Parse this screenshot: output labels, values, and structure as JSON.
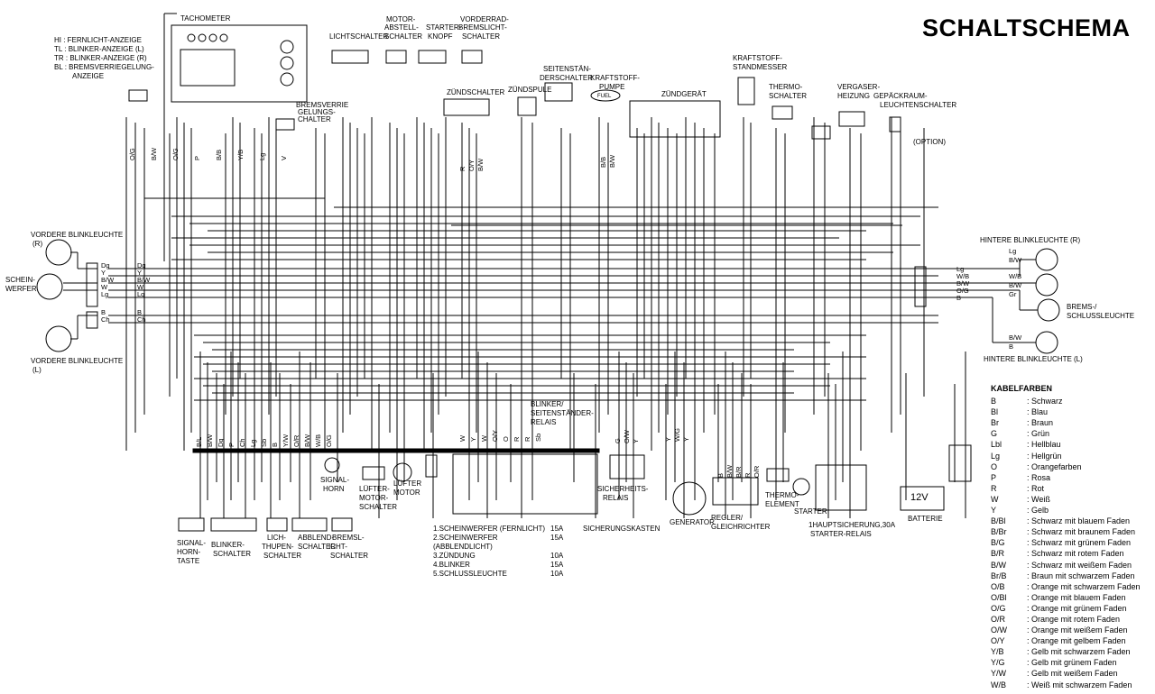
{
  "title": "SCHALTSCHEMA",
  "indicators": [
    "HI  : FERNLICHT-ANZEIGE",
    "TL  : BLINKER-ANZEIGE (L)",
    "TR  : BLINKER-ANZEIGE (R)",
    "BL  : BREMSVERRIEGELUNG-",
    "         ANZEIGE"
  ],
  "components": {
    "tachometer": "TACHOMETER",
    "lichtschalter": "LICHTSCHALTER",
    "motor_abstell_1": "MOTOR-",
    "motor_abstell_2": "ABSTELL-",
    "motor_abstell_3": "SCHALTER",
    "starter_1": "STARTER-",
    "starter_2": "KNOPF",
    "vbrems_1": "VORDERRAD-",
    "vbrems_2": "BREMSLICHT-",
    "vbrems_3": "SCHALTER",
    "bremsverr_1": "BREMSVERRIE",
    "bremsverr_2": "GELUNGS-",
    "bremsverr_3": "CHALTER",
    "zuendschalter": "ZÜNDSCHALTER",
    "zuendspule": "ZÜNDSPULE",
    "seitenst_1": "SEITENSTÄN-",
    "seitenst_2": "DERSCHALTER",
    "kraftstoffpumpe_1": "KRAFTSTOFF-",
    "kraftstoffpumpe_2": "PUMPE",
    "fuel": "FUEL",
    "zuendgeraet": "ZÜNDGERÄT",
    "kraftstandmesser_1": "KRAFTSTOFF-",
    "kraftstandmesser_2": "STANDMESSER",
    "thermoschalter_1": "THERMO-",
    "thermoschalter_2": "SCHALTER",
    "vergaser_1": "VERGASER-",
    "vergaser_2": "HEIZUNG",
    "gepaeck_1": "GEPÄCKRAUM-",
    "gepaeck_2": "LEUCHTENSCHALTER",
    "option": "(OPTION)",
    "vblink_r_1": "VORDERE BLINKLEUCHTE",
    "vblink_r_2": "(R)",
    "schein_1": "SCHEIN-",
    "schein_2": "WERFER",
    "vblink_l_1": "VORDERE BLINKLEUCHTE",
    "vblink_l_2": "(L)",
    "hblink_r": "HINTERE BLINKLEUCHTE (R)",
    "hblink_l": "HINTERE BLINKLEUCHTE (L)",
    "brems_1": "BREMS-/",
    "brems_2": "SCHLUSSLEUCHTE",
    "blinkerrelais_1": "BLINKER/",
    "blinkerrelais_2": "SEITENSTÄNDER-",
    "blinkerrelais_3": "RELAIS",
    "sicherheit_1": "SICHERHEITS-",
    "sicherheit_2": "RELAIS",
    "generator": "GENERATOR",
    "regler_1": "REGLER/",
    "regler_2": "GLEICHRICHTER",
    "thermoelement_1": "THERMO-",
    "thermoelement_2": "ELEMENT",
    "starter": "STARTER",
    "starterrelais_1": "1HAUPTSICHERUNG,30A",
    "starterrelais_2": "STARTER-RELAIS",
    "batterie": "BATTERIE",
    "battery_voltage": "12V",
    "signalhorn_1": "SIGNAL-",
    "signalhorn_2": "HORN",
    "luefter_1": "LÜFTER-",
    "luefter_2": "MOTOR-",
    "luefter_3": "SCHALTER",
    "luftermotor_1": "LÜFTER",
    "luftermotor_2": "MOTOR",
    "hornbtn_1": "SIGNAL-",
    "hornbtn_2": "HORN-",
    "hornbtn_3": "TASTE",
    "blinkersch_1": "BLINKER-",
    "blinkersch_2": "SCHALTER",
    "lichthupe_1": "LICH-",
    "lichthupe_2": "THUPEN-",
    "lichthupe_3": "SCHALTER",
    "abblend_1": "ABBLEND-",
    "abblend_2": "SCHALTER",
    "hbrems_1": "BREMSL-",
    "hbrems_2": "ICHT-",
    "hbrems_3": "SCHALTER",
    "sicherungskasten": "SICHERUNGSKASTEN"
  },
  "fuses": [
    {
      "name": "1.SCHEINWERFER  (FERNLICHT)",
      "rating": "15A"
    },
    {
      "name": "2.SCHEINWERFER (ABBLENDLICHT)",
      "rating": "15A"
    },
    {
      "name": "3.ZÜNDUNG",
      "rating": "10A"
    },
    {
      "name": "4.BLINKER",
      "rating": "15A"
    },
    {
      "name": "5.SCHLUSSLEUCHTE",
      "rating": "10A"
    }
  ],
  "legend": {
    "heading": "KABELFARBEN",
    "items": [
      {
        "code": "B",
        "name": ": Schwarz"
      },
      {
        "code": "Bl",
        "name": ": Blau"
      },
      {
        "code": "Br",
        "name": ": Braun"
      },
      {
        "code": "G",
        "name": ": Grün"
      },
      {
        "code": "Lbl",
        "name": ": Hellblau"
      },
      {
        "code": "Lg",
        "name": ": Hellgrün"
      },
      {
        "code": "O",
        "name": ": Orangefarben"
      },
      {
        "code": "P",
        "name": ": Rosa"
      },
      {
        "code": "R",
        "name": ": Rot"
      },
      {
        "code": "W",
        "name": ": Weiß"
      },
      {
        "code": "Y",
        "name": ": Gelb"
      },
      {
        "code": "B/Bl",
        "name": ": Schwarz mit blauem Faden"
      },
      {
        "code": "B/Br",
        "name": ": Schwarz mit braunem Faden"
      },
      {
        "code": "B/G",
        "name": ": Schwarz mit grünem Faden"
      },
      {
        "code": "B/R",
        "name": ": Schwarz mit rotem Faden"
      },
      {
        "code": "B/W",
        "name": ": Schwarz mit weißem Faden"
      },
      {
        "code": "Br/B",
        "name": ": Braun mit schwarzem Faden"
      },
      {
        "code": "O/B",
        "name": ": Orange mit schwarzem Faden"
      },
      {
        "code": "O/Bl",
        "name": ": Orange mit blauem Faden"
      },
      {
        "code": "O/G",
        "name": ": Orange mit grünem Faden"
      },
      {
        "code": "O/R",
        "name": ": Orange mit rotem Faden"
      },
      {
        "code": "O/W",
        "name": ": Orange mit weißem Faden"
      },
      {
        "code": "O/Y",
        "name": ": Orange mit gelbem Faden"
      },
      {
        "code": "Y/B",
        "name": ": Gelb mit schwarzem Faden"
      },
      {
        "code": "Y/G",
        "name": ": Gelb mit grünem Faden"
      },
      {
        "code": "Y/W",
        "name": ": Gelb mit weißem Faden"
      },
      {
        "code": "W/B",
        "name": ": Weiß mit schwarzem Faden"
      }
    ]
  },
  "wires": {
    "left": [
      "Dg",
      "Y",
      "B/W",
      "W",
      "Lg",
      "B",
      "Ch"
    ],
    "right_top": [
      "Lg",
      "B/W"
    ],
    "right_mid": [
      "W/B",
      "B/W",
      "Gr"
    ],
    "right_bus": [
      "Lg",
      "W/B",
      "B/W",
      "O/G",
      "B"
    ],
    "right_bottom": [
      "B/W",
      "B"
    ],
    "tacho_cols": [
      "O/G",
      "B/W",
      "O/G",
      "P",
      "B/B",
      "Y/B",
      "Lg",
      "V"
    ],
    "zund_cols": [
      "R",
      "O/Y",
      "B/W"
    ],
    "fuel_cols": [
      "B/B",
      "B/W"
    ],
    "gen_cols": [
      "Y",
      "W/G",
      "Y"
    ],
    "regl_cols": [
      "B",
      "B/W",
      "B/R",
      "R",
      "O/R"
    ],
    "relay_cols": [
      "W",
      "Y",
      "W",
      "O/Y",
      "O",
      "R",
      "R",
      "Sb"
    ],
    "sich_cols": [
      "G",
      "O/W",
      "Y"
    ],
    "top_bottom_cols": [
      "B/L",
      "B/W",
      "Dg",
      "P",
      "Ch",
      "Lg",
      "Sb",
      "B",
      "Y/W",
      "O/R",
      "B/W",
      "W/B",
      "O/G"
    ]
  }
}
